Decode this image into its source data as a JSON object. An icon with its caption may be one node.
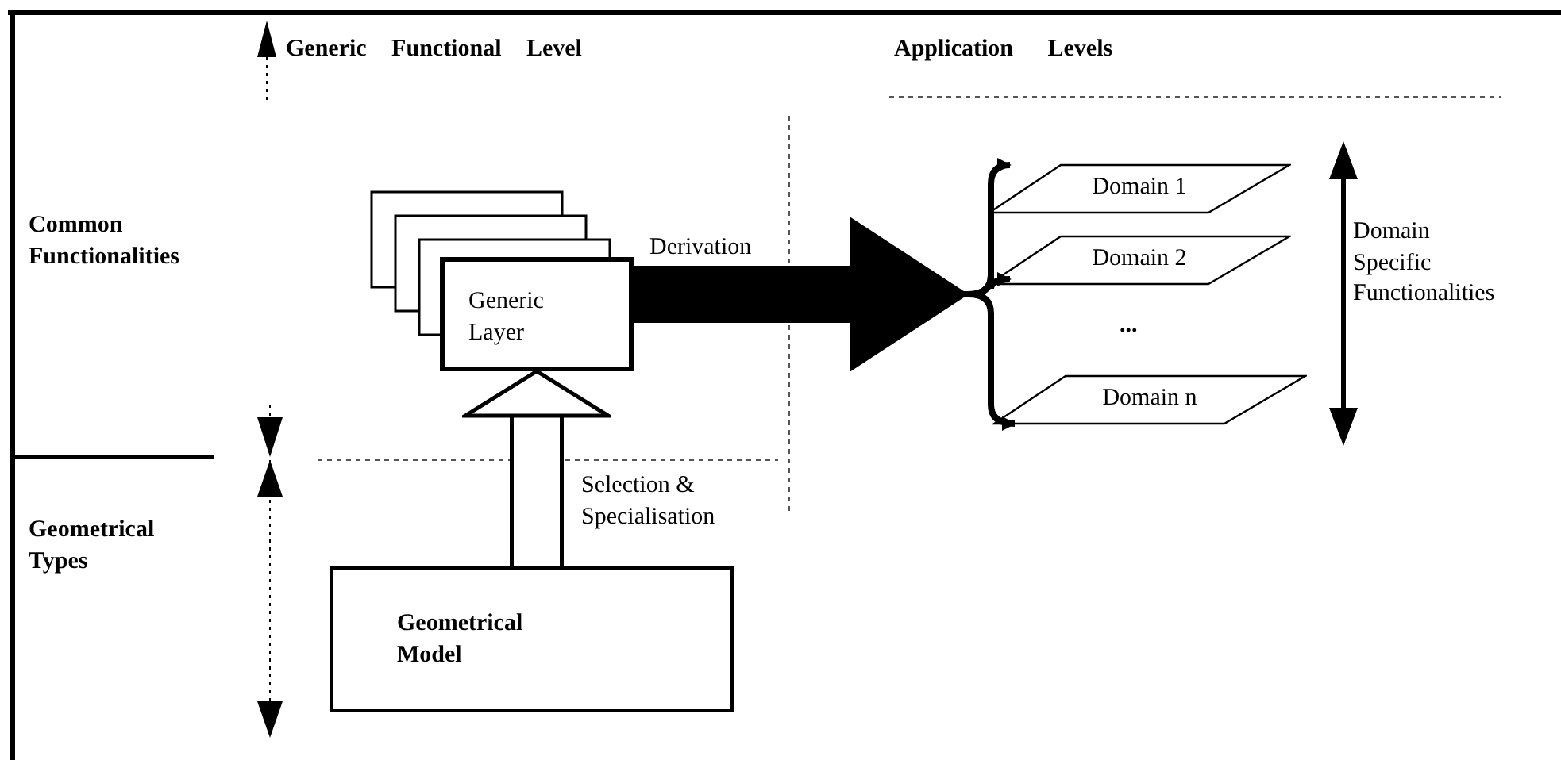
{
  "diagram": {
    "nodes": [
      {
        "text": [
          "Generic Layer"
        ]
      },
      {
        "text": [
          "Geometrical Model"
        ]
      },
      {
        "text": [
          "Domain 1"
        ]
      },
      {
        "text": [
          "Domain 2"
        ]
      },
      {
        "text": [
          "Domain n"
        ]
      }
    ],
    "edges": [
      {
        "from": 1,
        "to": 0,
        "arrow": "to",
        "label": "Selection & Specialisation"
      },
      {
        "from": 0,
        "to": 2,
        "arrow": "to",
        "label": "Derivation"
      },
      {
        "from": 0,
        "to": 3,
        "arrow": "to"
      },
      {
        "from": 0,
        "to": 4,
        "arrow": "to"
      }
    ],
    "labels": [
      "Generic Functional Level",
      "Application Levels",
      "Common Functionalities",
      "Geometrical Types",
      "Domain Specific Functionalities",
      "..."
    ]
  }
}
